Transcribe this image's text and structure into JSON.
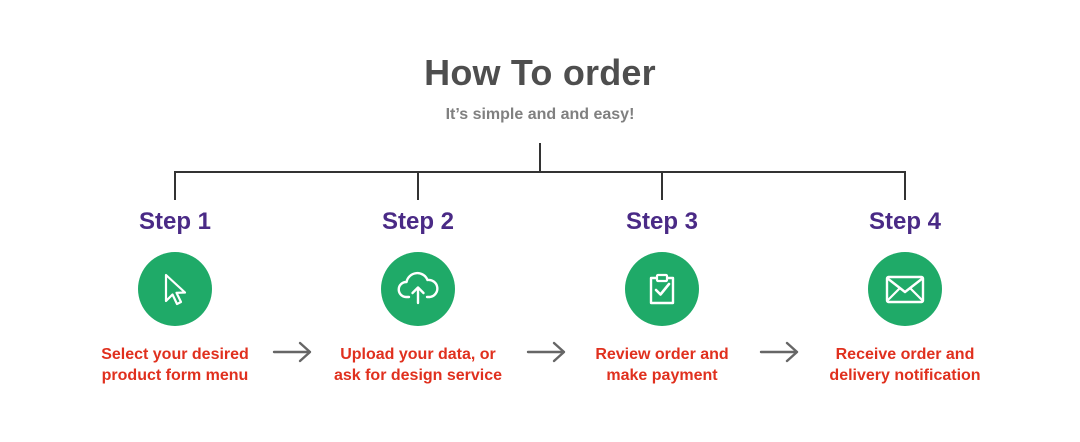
{
  "header": {
    "title": "How To order",
    "subtitle": "It’s simple and and easy!"
  },
  "colors": {
    "title": "#4e4e4e",
    "subtitle": "#808080",
    "step_label": "#4a2a86",
    "circle": "#1faa68",
    "description": "#e0301e",
    "connector": "#333333",
    "arrow": "#666666"
  },
  "steps": [
    {
      "label": "Step 1",
      "icon": "cursor-icon",
      "line1": "Select your desired",
      "line2": "product form menu"
    },
    {
      "label": "Step 2",
      "icon": "cloud-upload-icon",
      "line1": "Upload your data, or",
      "line2": "ask for design service"
    },
    {
      "label": "Step 3",
      "icon": "clipboard-check-icon",
      "line1": "Review order and",
      "line2": "make payment"
    },
    {
      "label": "Step 4",
      "icon": "envelope-icon",
      "line1": "Receive order and",
      "line2": "delivery notification"
    }
  ]
}
